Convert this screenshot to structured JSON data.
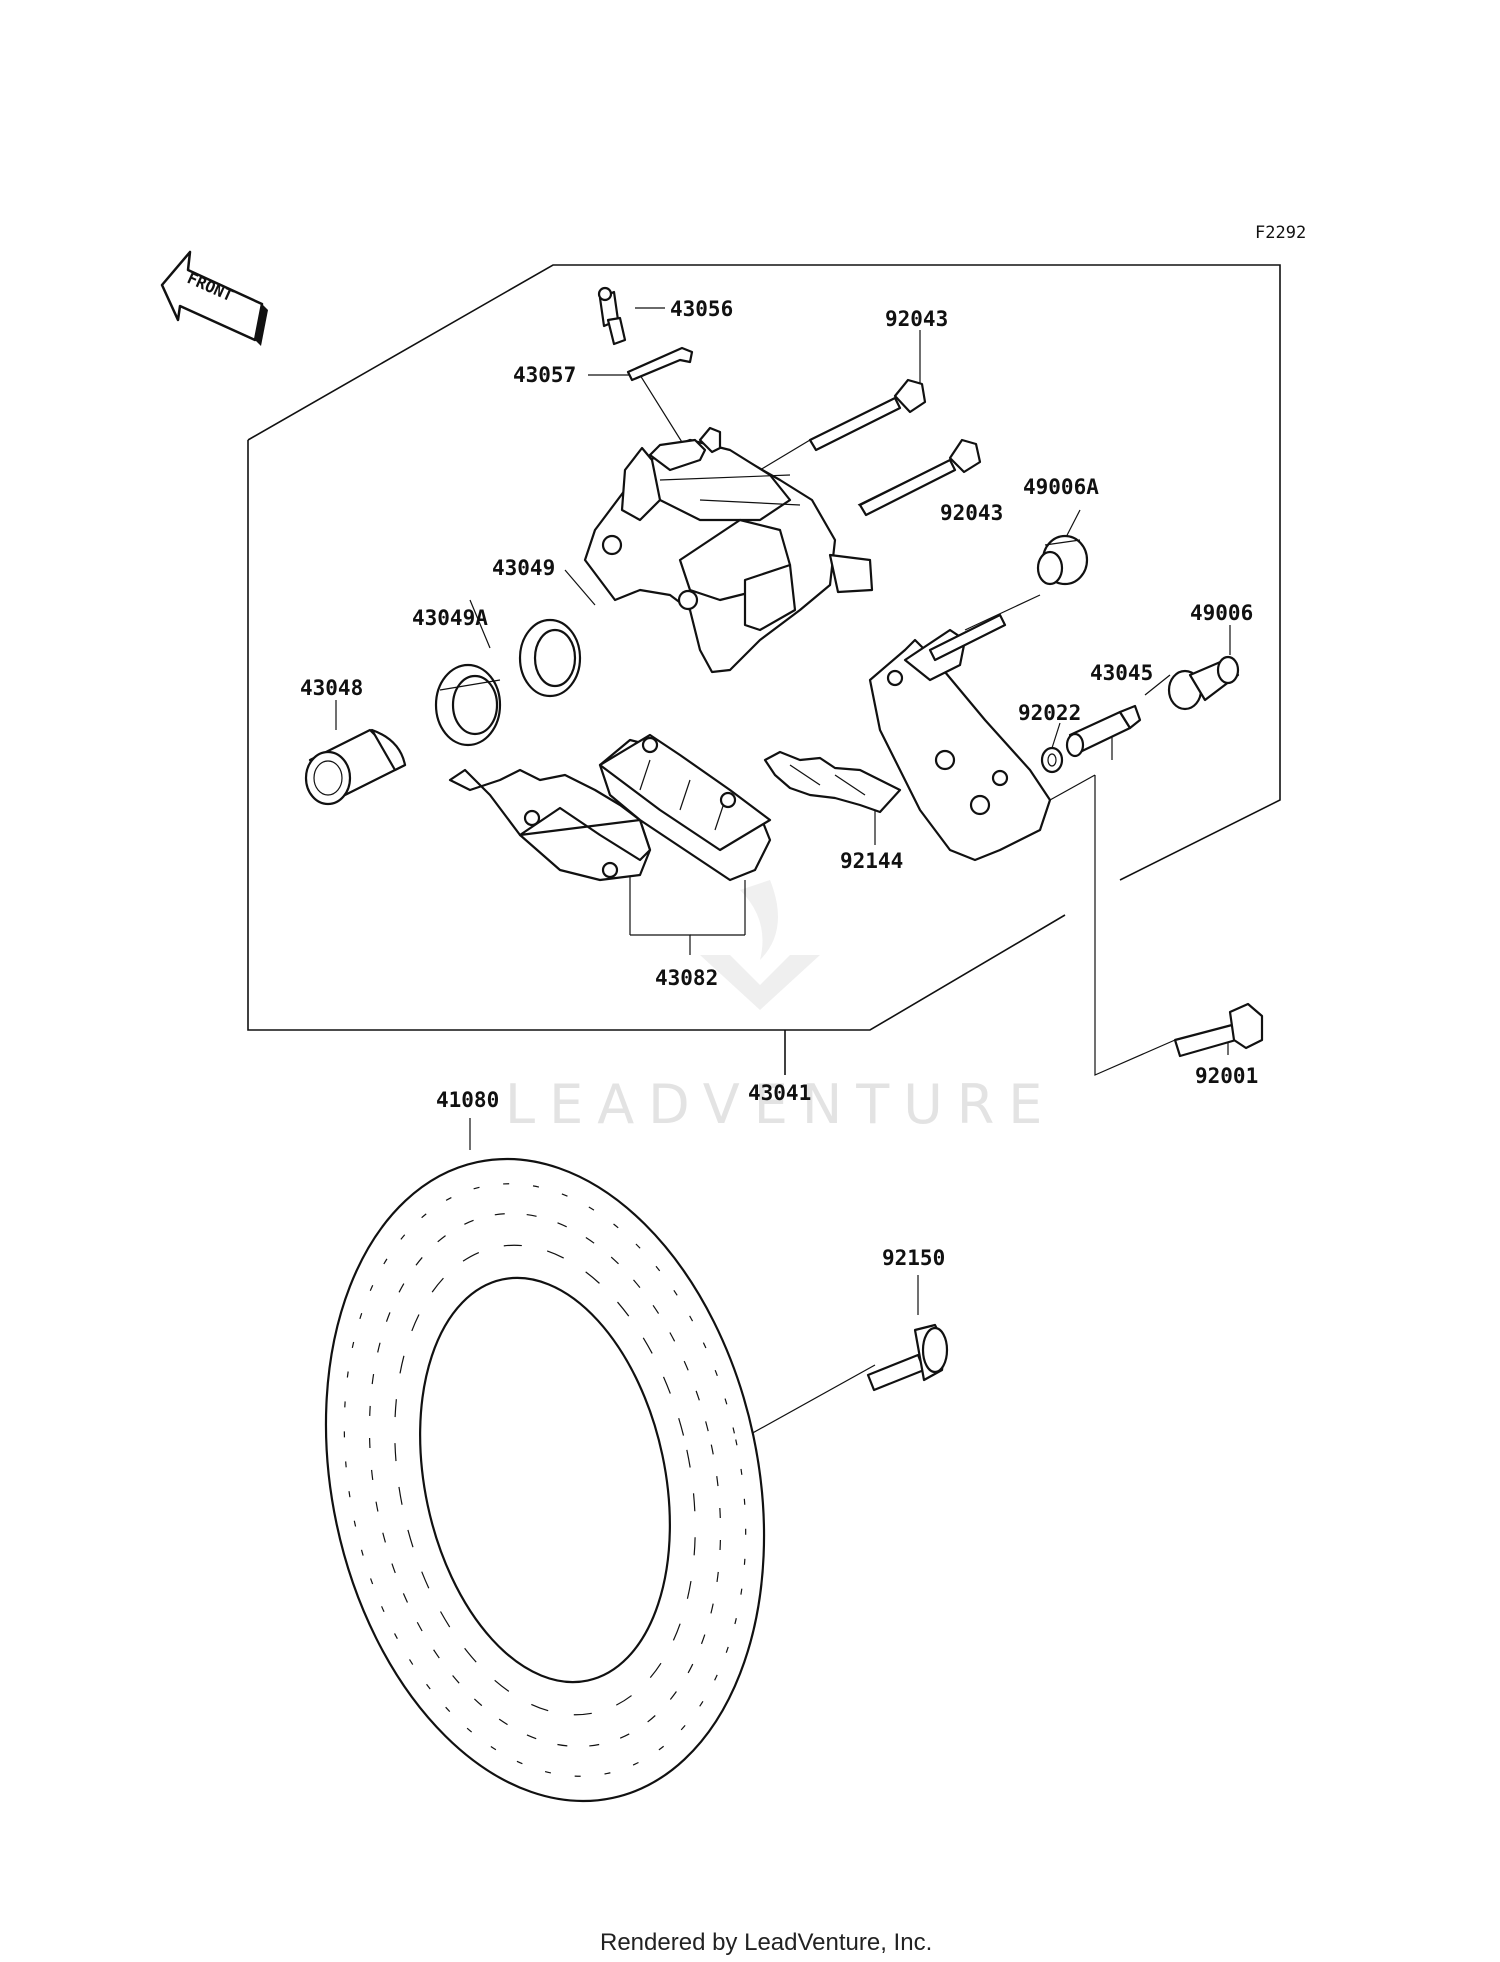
{
  "diagram_code": "F2292",
  "watermark": "LEADVENTURE",
  "footer": "Rendered by LeadVenture, Inc.",
  "front_marker": "FRONT",
  "parts": {
    "p43056": "43056",
    "p43057": "43057",
    "p92043a": "92043",
    "p92043b": "92043",
    "p49006A": "49006A",
    "p43049": "43049",
    "p43049A": "43049A",
    "p49006": "49006",
    "p43045": "43045",
    "p43048": "43048",
    "p92022": "92022",
    "p92144": "92144",
    "p43082": "43082",
    "p43041": "43041",
    "p92001": "92001",
    "p41080": "41080",
    "p92150": "92150"
  }
}
